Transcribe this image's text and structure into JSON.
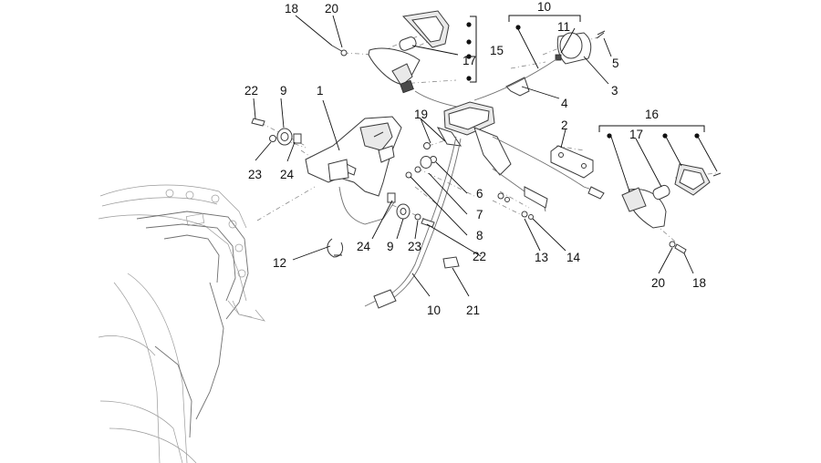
{
  "labels": {
    "l18a": "18",
    "l20a": "20",
    "l10a": "10",
    "l11": "11",
    "l15": "15",
    "l17a": "17",
    "l5": "5",
    "l3": "3",
    "l22a": "22",
    "l9a": "9",
    "l1": "1",
    "l4": "4",
    "l19": "19",
    "l2": "2",
    "l16": "16",
    "l17b": "17",
    "l23a": "23",
    "l24a": "24",
    "l6": "6",
    "l7": "7",
    "l8": "8",
    "l22b": "22",
    "l24b": "24",
    "l9b": "9",
    "l23b": "23",
    "l12": "12",
    "l13": "13",
    "l14": "14",
    "l20b": "20",
    "l18b": "18",
    "l10b": "10",
    "l21": "21"
  }
}
